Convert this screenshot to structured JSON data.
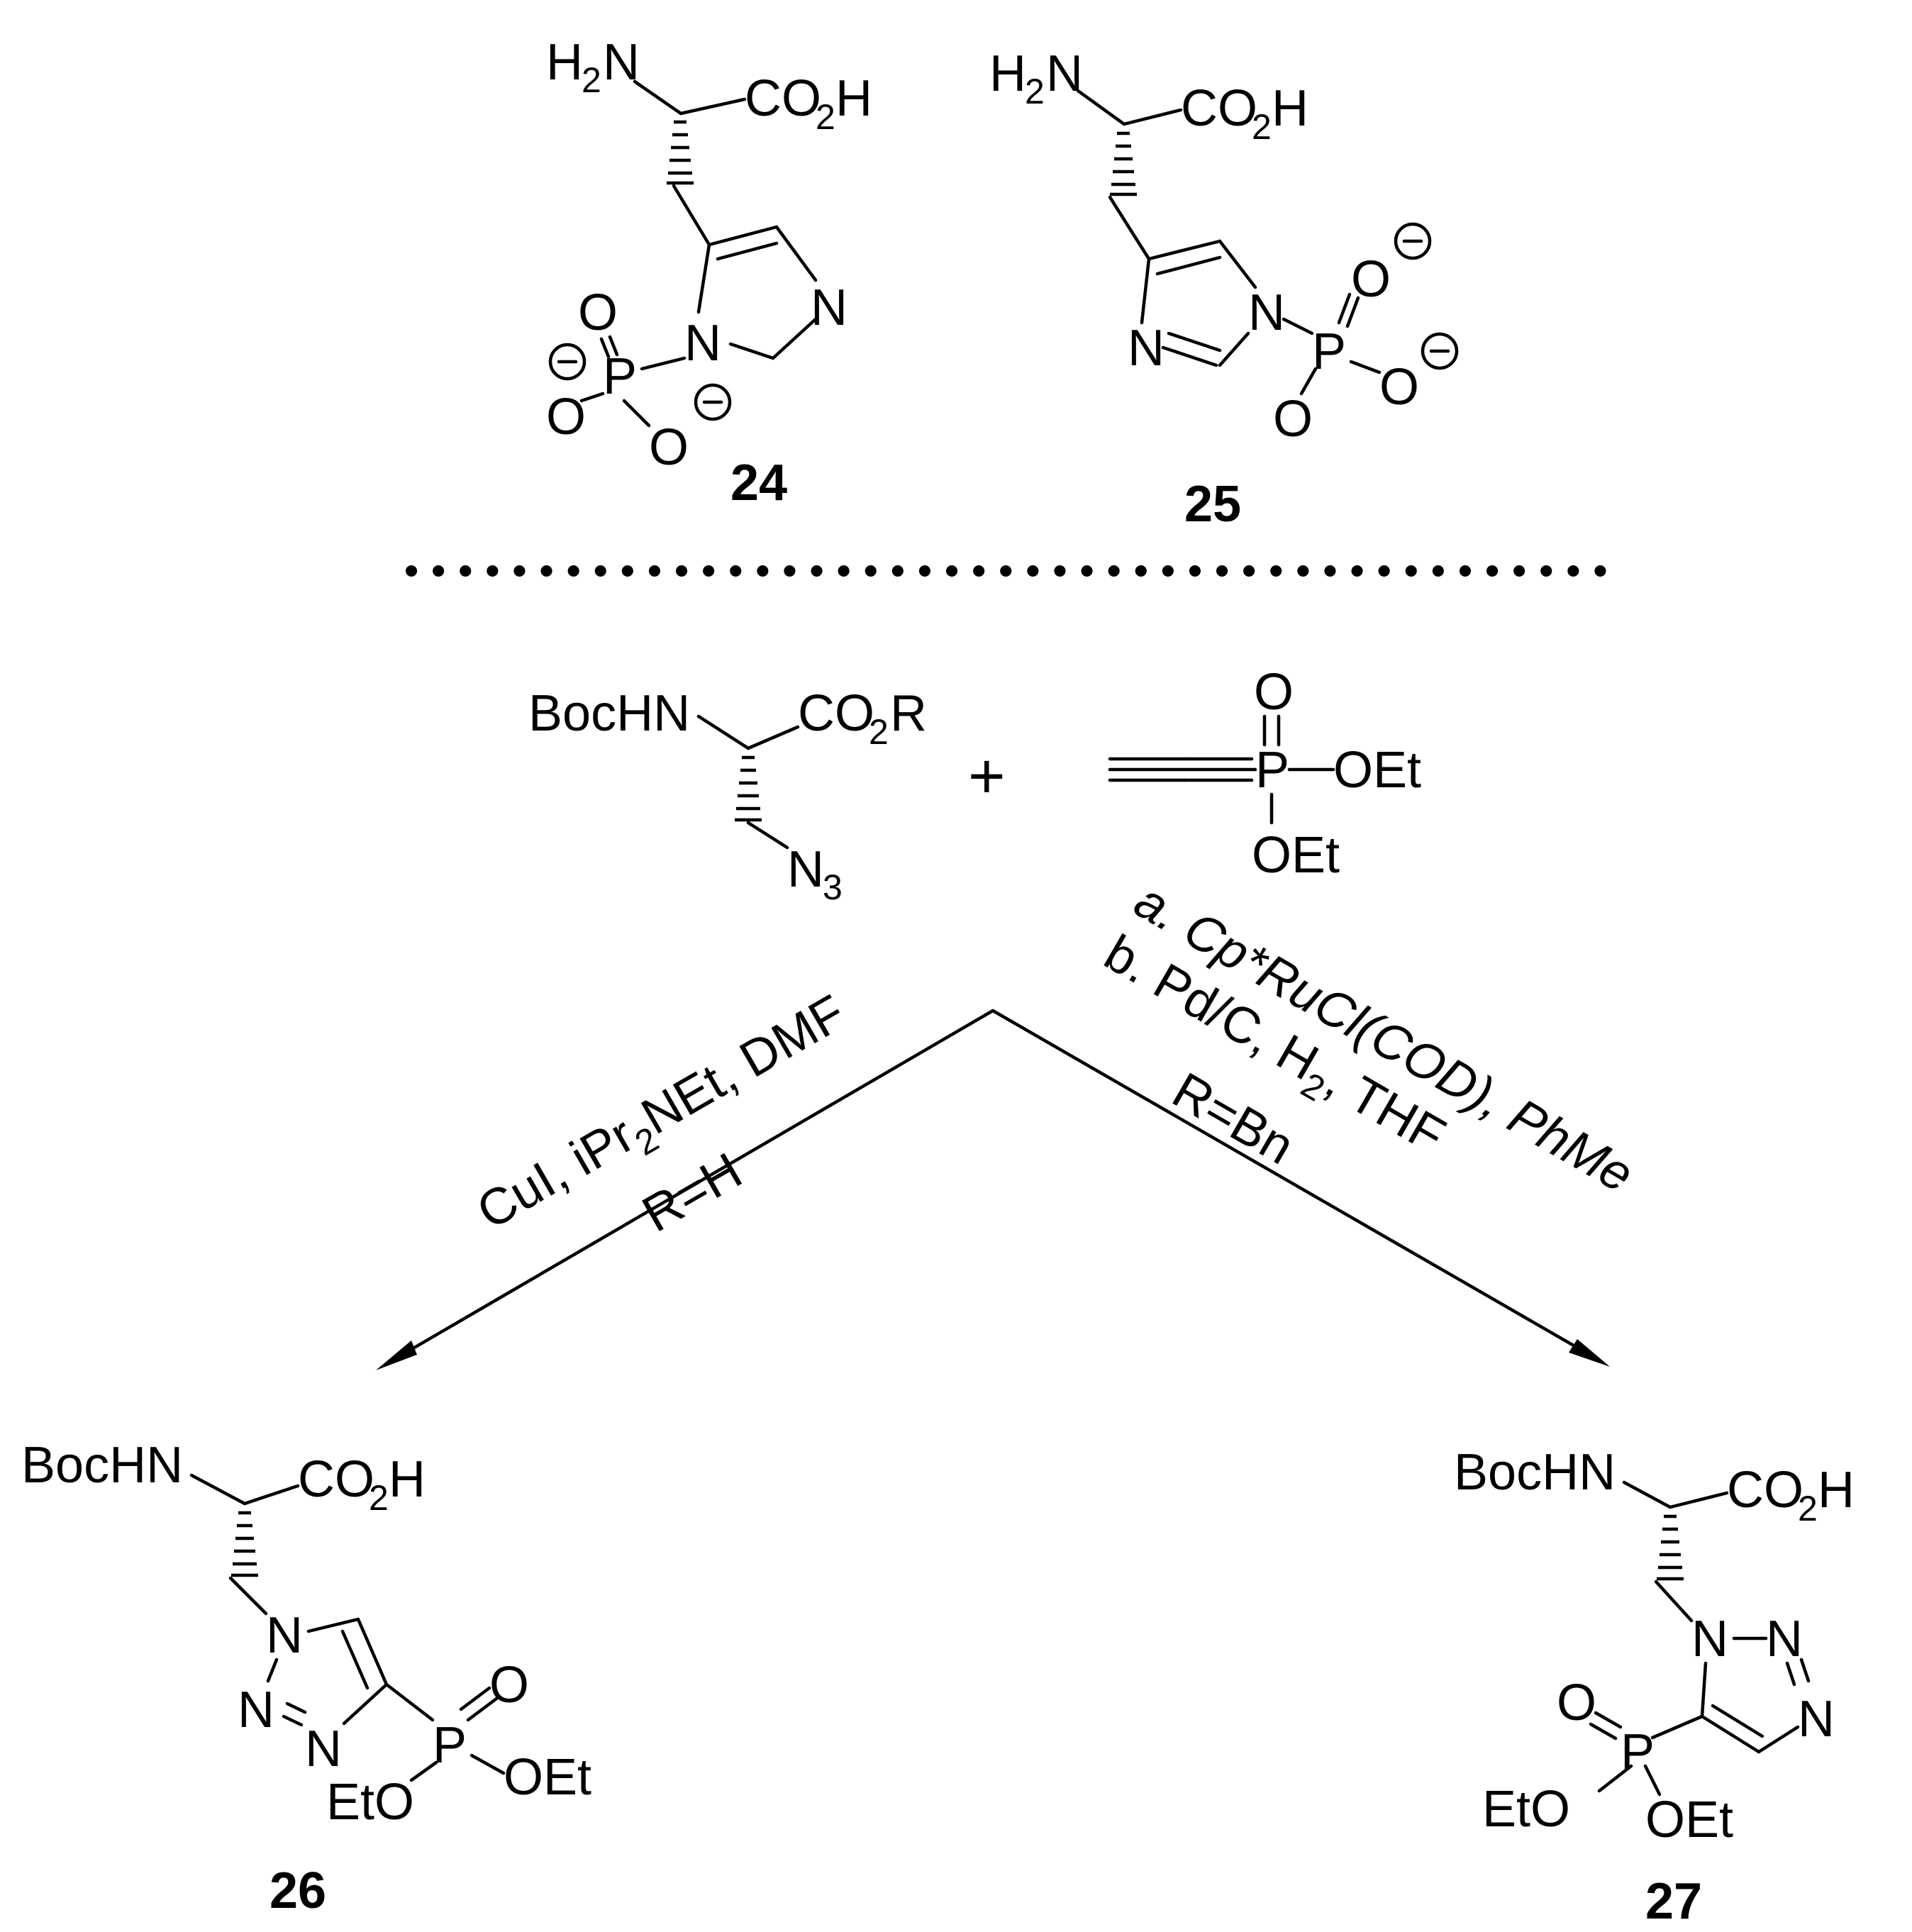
{
  "compounds": {
    "c24": {
      "label": "24"
    },
    "c25": {
      "label": "25"
    },
    "c26": {
      "label": "26"
    },
    "c27": {
      "label": "27"
    }
  },
  "atoms": {
    "H2N": "H",
    "sub2": "2",
    "N": "N",
    "CO2H_C": "CO",
    "H": "H",
    "O": "O",
    "P": "P",
    "minus": "−",
    "BocHN": "BocHN",
    "CO2R_R": "R",
    "N3_N": "N",
    "sub3": "3",
    "OEt": "OEt",
    "EtO": "EtO",
    "plus": "+"
  },
  "conditions": {
    "left_line1": "CuI, iPr",
    "left_line1_sub": "2",
    "left_line1_tail": "NEt, DMF",
    "left_line2": "R=H",
    "right_line1": "a. Cp*RuCl(COD), PhMe",
    "right_line2a": "b. Pd/C, H",
    "right_line2_sub": "2",
    "right_line2b": ", THF",
    "right_line3": "R=Bn"
  }
}
